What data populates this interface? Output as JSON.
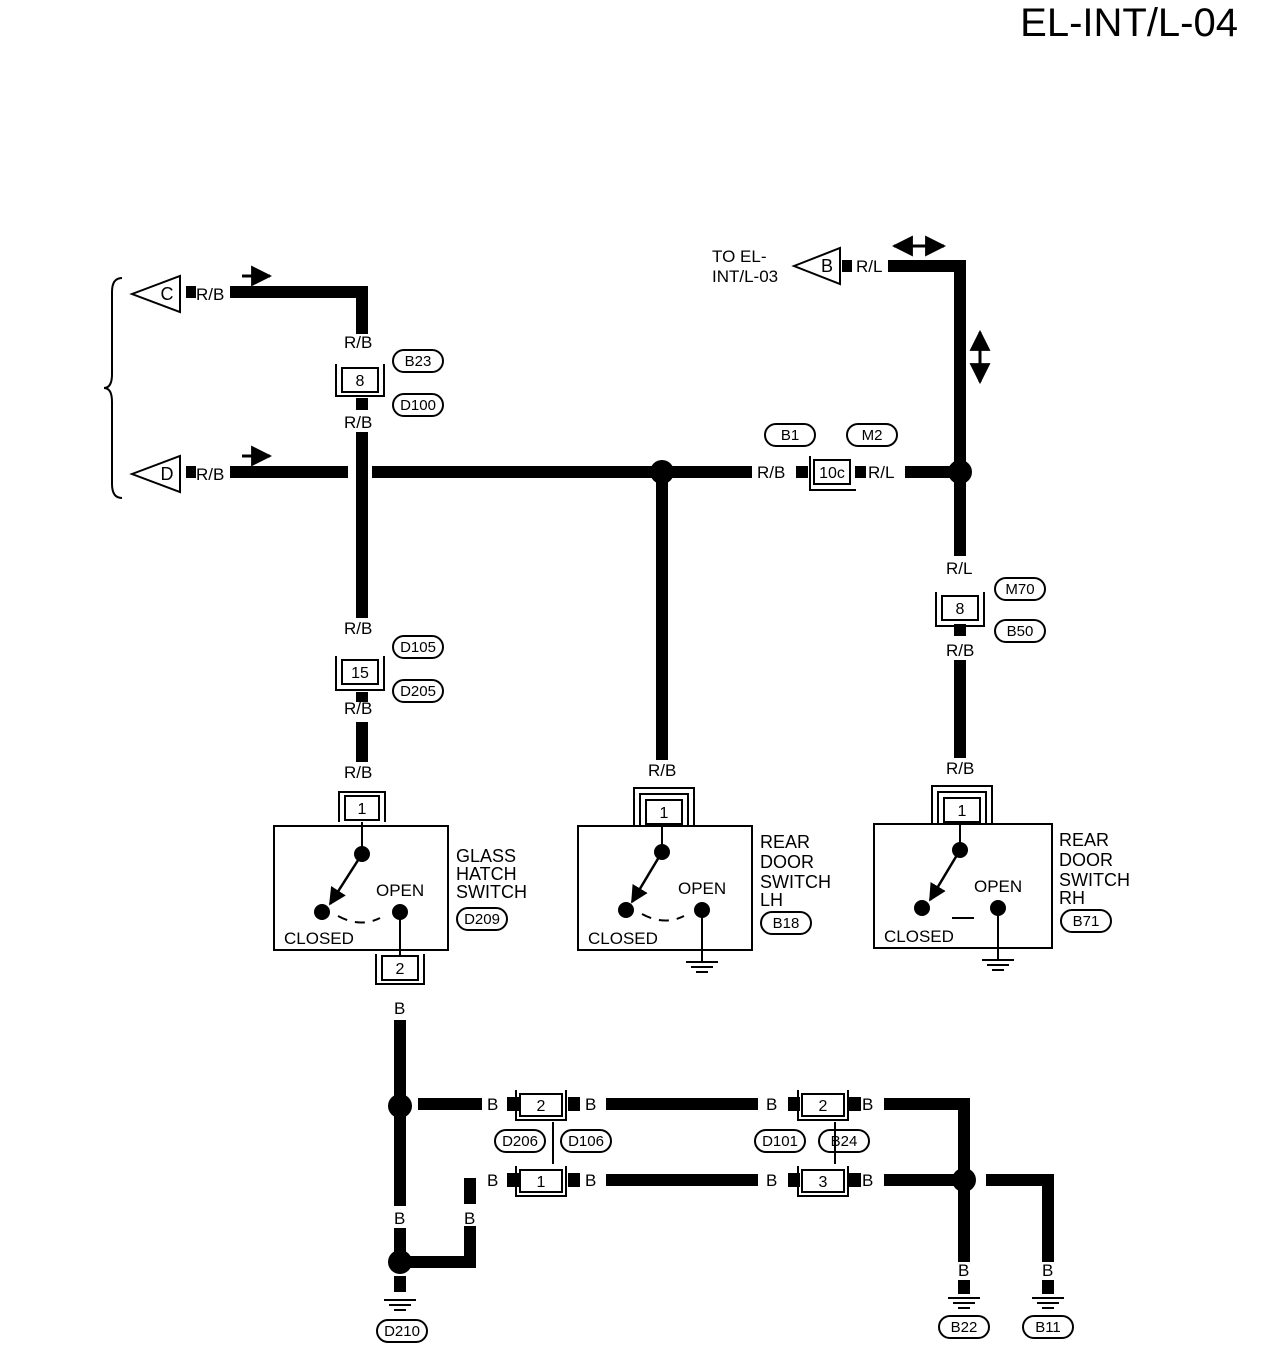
{
  "page_title": "EL-INT/L-04",
  "connectors_to_other_page": {
    "c": "C",
    "d": "D",
    "b": "B",
    "b_note": [
      "TO EL-",
      "INT/L-03"
    ]
  },
  "wire_colors": {
    "rb": "R/B",
    "rl": "R/L",
    "b": "B"
  },
  "pins": {
    "b23_d100": "8",
    "b1_m2": "10c",
    "m70_b50": "8",
    "d105_d205": "15",
    "glass_hatch_top": "1",
    "glass_hatch_bottom": "2",
    "rear_lh_top": "1",
    "rear_rh_top": "1",
    "d206_d106_upper": "2",
    "d206_d106_lower": "1",
    "d101_b24_upper": "2",
    "d101_b24_lower": "3"
  },
  "connector_ids": {
    "b23": "B23",
    "d100": "D100",
    "b1": "B1",
    "m2": "M2",
    "m70": "M70",
    "b50": "B50",
    "d105": "D105",
    "d205": "D205",
    "d209": "D209",
    "b18": "B18",
    "b71": "B71",
    "d206": "D206",
    "d106": "D106",
    "d101": "D101",
    "b24": "B24",
    "d210": "D210",
    "b22": "B22",
    "b11": "B11"
  },
  "switches": {
    "glass_hatch": [
      "GLASS",
      "HATCH",
      "SWITCH"
    ],
    "rear_lh": [
      "REAR",
      "DOOR",
      "SWITCH",
      "LH"
    ],
    "rear_rh": [
      "REAR",
      "DOOR",
      "SWITCH",
      "RH"
    ],
    "open": "OPEN",
    "closed": "CLOSED"
  }
}
